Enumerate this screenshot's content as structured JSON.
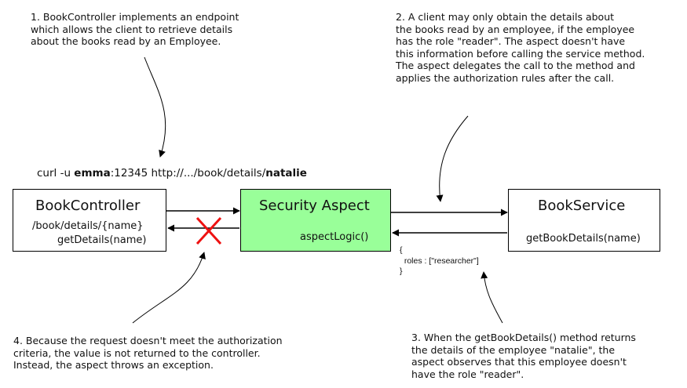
{
  "notes": {
    "note1": "1. BookController implements an endpoint\nwhich allows the client to retrieve details\nabout the books read by an Employee.",
    "note2": "2. A client may only obtain the details about\nthe books read by an employee, if the employee\nhas the role \"reader\". The aspect doesn't have\nthis information before calling the service method.\nThe aspect delegates the call to the method and\napplies the authorization rules after the call.",
    "note3": "3. When the getBookDetails() method returns\nthe details of the employee \"natalie\", the\naspect observes that this employee doesn't\nhave the role \"reader\".",
    "note4": "4. Because the request doesn't meet the authorization\ncriteria, the value is not returned to the controller.\nInstead, the aspect throws an exception."
  },
  "curl": {
    "prefix": "curl -u ",
    "user": "emma",
    "middle": ":12345 http://.../book/details/",
    "employee": "natalie"
  },
  "boxes": {
    "controller": {
      "title": "BookController",
      "line1": "/book/details/{name}",
      "line2": "getDetails(name)"
    },
    "aspect": {
      "title": "Security Aspect",
      "line1": "aspectLogic()",
      "fill": "#99ff99"
    },
    "service": {
      "title": "BookService",
      "line1": "getBookDetails(name)"
    }
  },
  "response": {
    "open": "{",
    "body": "  roles : [\"researcher\"]",
    "close": "}"
  },
  "colors": {
    "cross": "#ee1111",
    "stroke": "#000000"
  },
  "icons": {
    "blocked": "red-cross-icon"
  }
}
